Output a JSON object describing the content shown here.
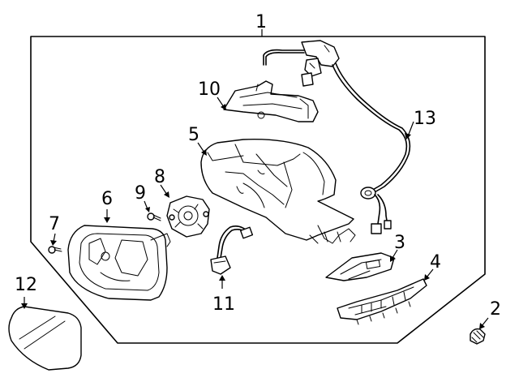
{
  "callouts": {
    "c1": "1",
    "c2": "2",
    "c3": "3",
    "c4": "4",
    "c5": "5",
    "c6": "6",
    "c7": "7",
    "c8": "8",
    "c9": "9",
    "c10": "10",
    "c11": "11",
    "c12": "12",
    "c13": "13"
  },
  "colors": {
    "ink": "#000000",
    "background": "#ffffff"
  }
}
